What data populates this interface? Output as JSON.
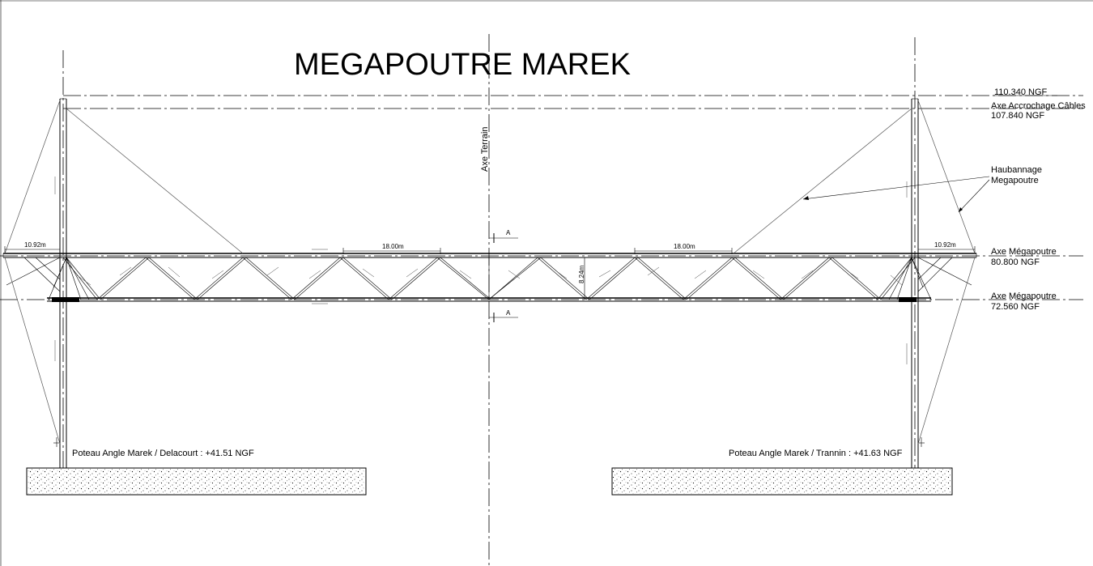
{
  "title": "MEGAPOUTRE MAREK",
  "axis_terrain": "Axe Terrain",
  "levels": {
    "top_ngf": "110.340 NGF",
    "cable_axis_label": "Axe Accrochage Câbles",
    "cable_axis_ngf": "107.840 NGF",
    "upper_axis_label": "Axe Mégapoutre",
    "upper_axis_ngf": "80.800 NGF",
    "lower_axis_label": "Axe Mégapoutre",
    "lower_axis_ngf": "72.560 NGF"
  },
  "callout": {
    "line1": "Haubannage",
    "line2": "Megapoutre"
  },
  "dimensions": {
    "left_overhang": "10.92m",
    "right_overhang": "10.92m",
    "left_span": "18.00m",
    "right_span": "18.00m",
    "truss_height": "8.24m"
  },
  "section_marks": {
    "top": "A",
    "bottom": "A"
  },
  "posts": {
    "left": "Poteau Angle Marek / Delacourt : +41.51 NGF",
    "right": "Poteau Angle Marek / Trannin : +41.63 NGF"
  },
  "colors": {
    "line": "#000000",
    "cable": "#555555",
    "background": "#ffffff"
  }
}
